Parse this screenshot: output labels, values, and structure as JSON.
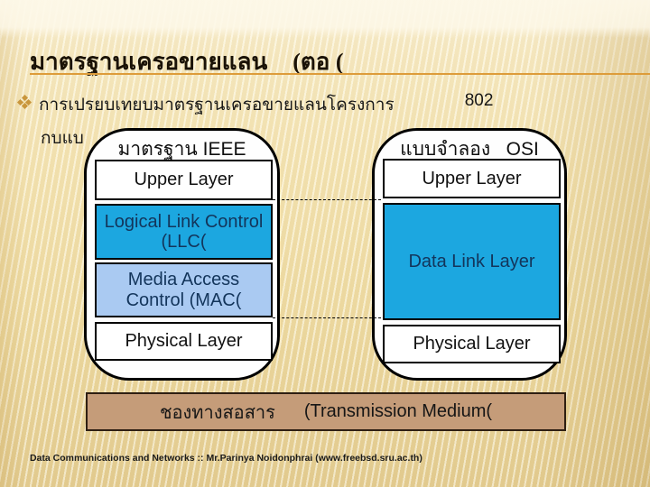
{
  "slide": {
    "title": {
      "main": "มาตรฐานเครอขายแลน",
      "suffix": "(ตอ ("
    },
    "bullet": {
      "text": "การเปรยบเทยบมาตรฐานเครอขายแลนโครงการ",
      "number": "802",
      "line2": "กบแบ"
    },
    "ieee_column": {
      "title": "มาตรฐาน IEEE",
      "layers": [
        {
          "label": "Upper Layer",
          "type": "white"
        },
        {
          "label": "Logical Link Control (LLC(",
          "type": "cyan"
        },
        {
          "label": "Media Access Control (MAC(",
          "type": "lightblue"
        },
        {
          "label": "Physical Layer",
          "type": "white"
        }
      ]
    },
    "osi_column": {
      "title": "แบบจำลอง   OSI",
      "layers": [
        {
          "label": "Upper Layer",
          "type": "white"
        },
        {
          "label": "Data Link Layer",
          "type": "cyan"
        },
        {
          "label": "Physical Layer",
          "type": "white"
        }
      ]
    },
    "transmission_bar": {
      "thai": "ชองทางสอสาร",
      "latin": "(Transmission Medium("
    },
    "footer": "Data Communications and Networks :: Mr.Parinya Noidonphrai (www.freebsd.sru.ac.th)"
  },
  "colors": {
    "cyan_layer": "#1CA7E0",
    "lightblue_layer": "#AACAF2",
    "tan_bar": "#C59C79",
    "title_underline": "#DD9C3A",
    "bullet_diamond": "#C9963C",
    "background_top": "#FAF1D8",
    "background_bottom": "#E2CB90"
  }
}
